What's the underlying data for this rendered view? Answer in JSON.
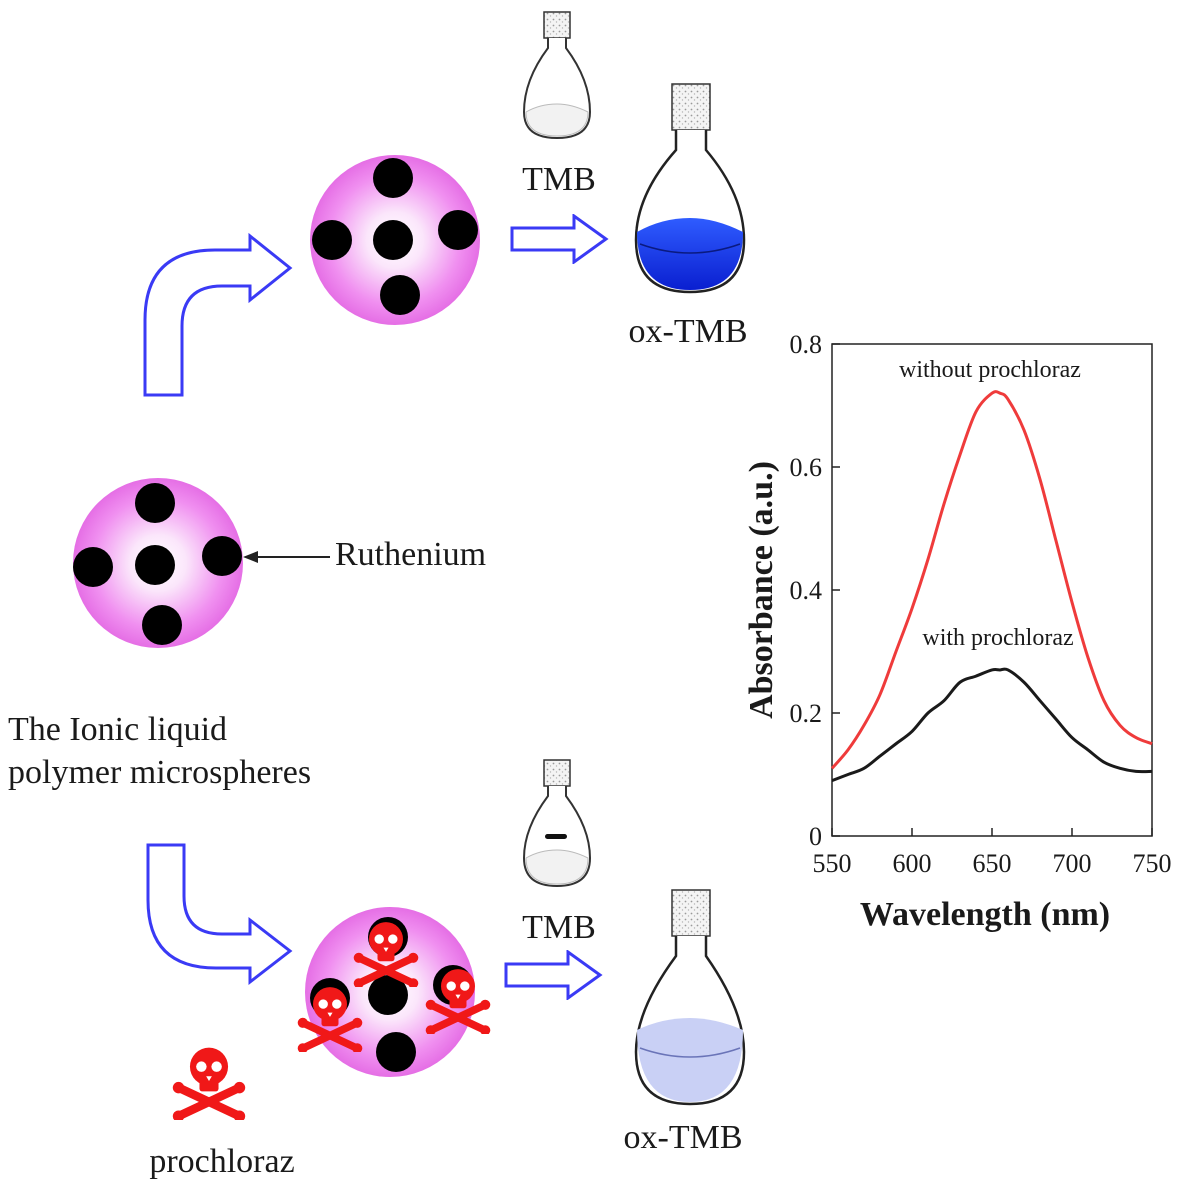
{
  "labels": {
    "tmb_top": "TMB",
    "oxtmb_top": "ox-TMB",
    "ruthenium": "Ruthenium",
    "microspheres_line1": "The Ionic liquid",
    "microspheres_line2": "polymer microspheres",
    "tmb_bottom": "TMB",
    "oxtmb_bottom": "ox-TMB",
    "prochloraz": "prochloraz"
  },
  "colors": {
    "sphere": "#f2a6f2",
    "sphere_edge": "#c020c0",
    "arrow": "#3a3af5",
    "ox_tmb_dark": "#0a36e8",
    "ox_tmb_light": "#c9d0f5",
    "skull": "#f01818",
    "line_without": "#ef3b3b",
    "line_with": "#1a1a1a"
  },
  "chart_data": {
    "type": "line",
    "xlabel": "Wavelength (nm)",
    "ylabel": "Absorbance (a.u.)",
    "xlim": [
      550,
      750
    ],
    "ylim": [
      0,
      0.8
    ],
    "xticks": [
      "550",
      "600",
      "650",
      "700",
      "750"
    ],
    "yticks": [
      "0",
      "0.2",
      "0.4",
      "0.6",
      "0.8"
    ],
    "grid": false,
    "series": [
      {
        "name": "without prochloraz",
        "color": "#ef3b3b",
        "x": [
          550,
          560,
          570,
          580,
          590,
          600,
          610,
          620,
          630,
          640,
          650,
          655,
          660,
          670,
          680,
          690,
          700,
          710,
          720,
          730,
          740,
          750
        ],
        "y": [
          0.11,
          0.14,
          0.18,
          0.23,
          0.3,
          0.37,
          0.45,
          0.54,
          0.62,
          0.69,
          0.72,
          0.72,
          0.71,
          0.66,
          0.58,
          0.48,
          0.38,
          0.29,
          0.22,
          0.18,
          0.16,
          0.15
        ]
      },
      {
        "name": "with prochloraz",
        "color": "#1a1a1a",
        "x": [
          550,
          560,
          570,
          580,
          590,
          600,
          610,
          620,
          630,
          640,
          650,
          655,
          660,
          670,
          680,
          690,
          700,
          710,
          720,
          730,
          740,
          750
        ],
        "y": [
          0.09,
          0.1,
          0.11,
          0.13,
          0.15,
          0.17,
          0.2,
          0.22,
          0.25,
          0.26,
          0.27,
          0.27,
          0.27,
          0.25,
          0.22,
          0.19,
          0.16,
          0.14,
          0.12,
          0.11,
          0.105,
          0.105
        ]
      }
    ]
  }
}
